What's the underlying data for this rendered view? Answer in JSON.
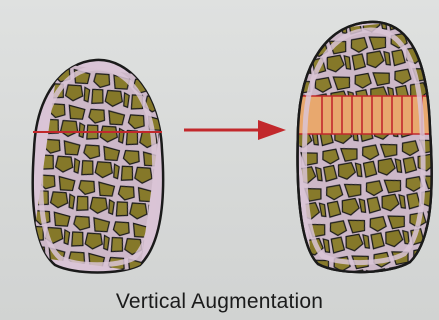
{
  "caption": "Vertical Augmentation",
  "colors": {
    "bone_outline": "#1a1a1a",
    "cortex": "#d9c4d6",
    "trabecular": "#8a7d2e",
    "graft_fill": "#e8a86e",
    "cut_line": "#c2282c",
    "arrow": "#c2282c",
    "background": "#d9dbda"
  },
  "figures": {
    "left": {
      "label": "bone cross-section before augmentation"
    },
    "right": {
      "label": "bone cross-section after vertical augmentation with graft"
    }
  }
}
